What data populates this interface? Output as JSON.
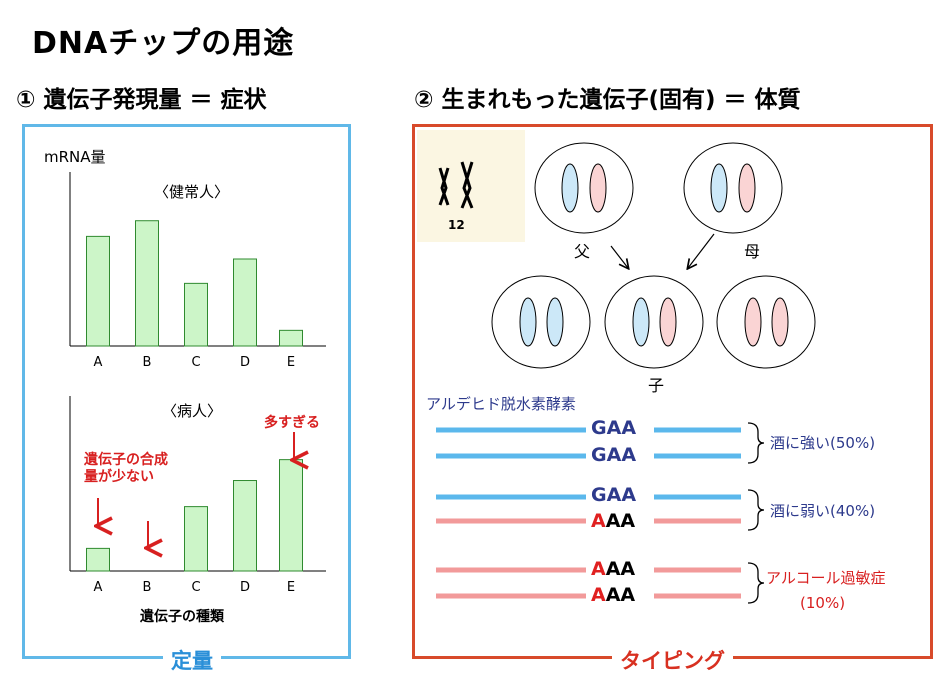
{
  "page_title": "DNAチップの用途",
  "section1_heading": "①  遺伝子発現量  ＝  症状",
  "section2_heading": "②  生まれもった遺伝子(固有)  ＝  体質",
  "left_panel": {
    "footer_label": "定量",
    "ylabel": "mRNA量",
    "xlabel": "遺伝子の種類",
    "annot_low": [
      "遺伝子の合成",
      "量が少ない"
    ],
    "annot_high": "多すぎる"
  },
  "chart_data": [
    {
      "type": "bar",
      "title": "〈健常人〉",
      "categories": [
        "A",
        "B",
        "C",
        "D",
        "E"
      ],
      "values": [
        6.3,
        7.2,
        3.6,
        5.0,
        0.9
      ],
      "ylim": [
        0,
        10
      ],
      "ylabel": "mRNA量"
    },
    {
      "type": "bar",
      "title": "〈病人〉",
      "categories": [
        "A",
        "B",
        "C",
        "D",
        "E"
      ],
      "values": [
        1.3,
        0.0,
        3.7,
        5.2,
        6.4
      ],
      "ylim": [
        0,
        10
      ],
      "xlabel": "遺伝子の種類"
    }
  ],
  "right_panel": {
    "footer_label": "タイピング",
    "chromosome_number": "12",
    "father": "父",
    "mother": "母",
    "child": "子",
    "enzyme_label": "アルデヒド脱水素酵素",
    "groups": [
      {
        "alleles": [
          {
            "first": "G",
            "rest": "AA"
          },
          {
            "first": "G",
            "rest": "AA"
          }
        ],
        "result": [
          "酒に強い(50%)"
        ]
      },
      {
        "alleles": [
          {
            "first": "G",
            "rest": "AA"
          },
          {
            "first": "A",
            "rest": "AA"
          }
        ],
        "result": [
          "酒に弱い(40%)"
        ]
      },
      {
        "alleles": [
          {
            "first": "A",
            "rest": "AA"
          },
          {
            "first": "A",
            "rest": "AA"
          }
        ],
        "result": [
          "アルコール過敏症",
          "(10%)"
        ]
      }
    ]
  },
  "colors": {
    "bar_fill": "#ccf5c8",
    "bar_stroke": "#2f8a2f",
    "blue_allele": "#5bb8ec",
    "pink_allele": "#f29a9a",
    "annotation_red": "#d82020",
    "allele_text_blue": "#2d3a8c"
  }
}
